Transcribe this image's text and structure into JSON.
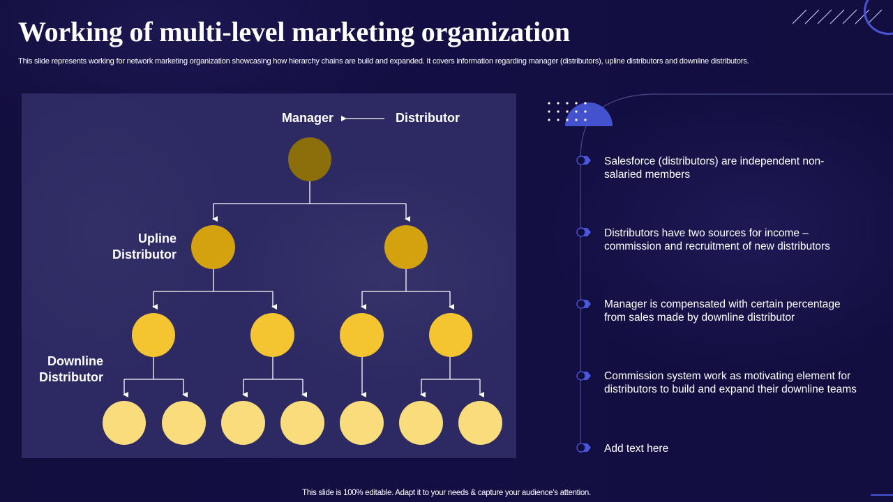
{
  "slide": {
    "title": "Working of multi-level marketing organization",
    "subtitle": "This slide represents working for network marketing organization showcasing how hierarchy chains are build and expanded. It covers information regarding manager (distributors), upline distributors and downline distributors.",
    "footer": "This slide is 100% editable. Adapt it to your needs & capture your audience’s attention."
  },
  "diagram": {
    "labels": {
      "manager": "Manager",
      "distributor": "Distributor",
      "upline_line1": "Upline",
      "upline_line2": "Distributor",
      "downline_line1": "Downline",
      "downline_line2": "Distributor"
    },
    "levels": [
      {
        "name": "manager",
        "count": 1,
        "color": "#8a6f0a"
      },
      {
        "name": "upline",
        "count": 2,
        "color": "#d4a10f"
      },
      {
        "name": "downline",
        "count": 4,
        "color": "#f4c531"
      },
      {
        "name": "downline-2",
        "count": 7,
        "color": "#f9dd7d"
      }
    ],
    "panel_color": "#2d2a63"
  },
  "points": [
    {
      "line1": "Salesforce (distributors) are independent non-",
      "line2": "salaried members"
    },
    {
      "line1": "Distributors have two sources for income –",
      "line2": "commission and recruitment of new distributors"
    },
    {
      "line1": "Manager is compensated with certain percentage",
      "line2": "from sales made by downline distributor"
    },
    {
      "line1": "Commission system work as motivating element for",
      "line2": "distributors to build and expand their downline teams"
    },
    {
      "line1": "Add text here",
      "line2": ""
    }
  ],
  "colors": {
    "background": "#110d3c",
    "accent_blue": "#4552d0",
    "text": "#ffffff"
  }
}
